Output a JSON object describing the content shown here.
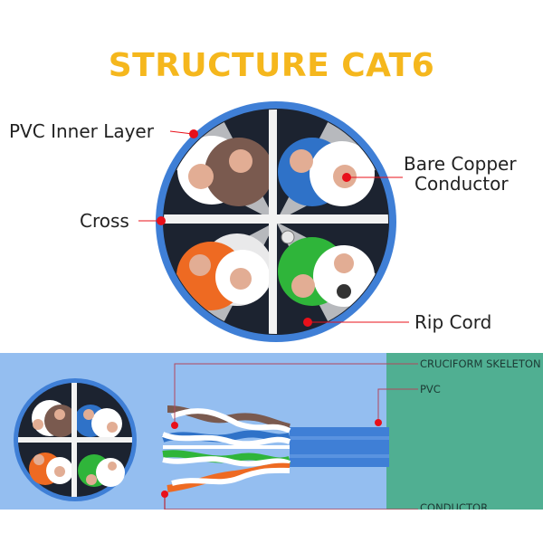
{
  "title": "STRUCTURE CAT6",
  "cross_section_labels": {
    "pvc_inner_layer": "PVC Inner Layer",
    "cross": "Cross",
    "bare_copper_conductor_line1": "Bare Copper",
    "bare_copper_conductor_line2": "Conductor",
    "rip_cord": "Rip Cord"
  },
  "side_view_labels": {
    "cruciform_skeleton": "CRUCIFORM SKELETON",
    "pvc": "PVC",
    "conductor": "CONDUCTOR"
  },
  "colors": {
    "title": "#f5b71d",
    "jacket": "#3f7fd6",
    "band_background": "#94bef0",
    "panel_background": "#50af92",
    "marker": "#e8101a",
    "pair_brown": "#7a5a4f",
    "pair_blue": "#2f72c8",
    "pair_orange": "#ee6a22",
    "pair_green": "#2fb53a",
    "copper": "#e2ad94"
  }
}
